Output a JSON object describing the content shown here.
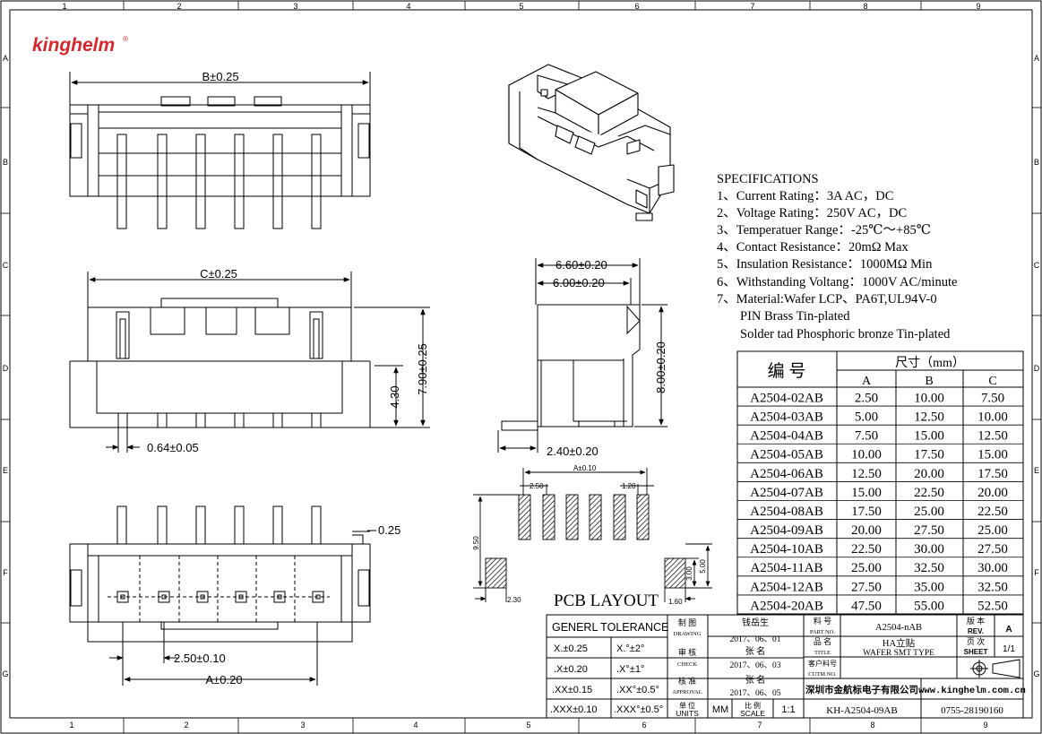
{
  "brand": {
    "name": "kinghelm",
    "mark": "®",
    "color": "#d7262c"
  },
  "grid": {
    "columns": [
      "1",
      "2",
      "3",
      "4",
      "5",
      "6",
      "7",
      "8",
      "9"
    ],
    "rows": [
      "A",
      "B",
      "C",
      "D",
      "E",
      "F",
      "G"
    ]
  },
  "dims": {
    "top_width": "B±0.25",
    "front_width": "C±0.25",
    "front_h1": "4.30",
    "front_h2": "7.90±0.25",
    "pin_w": "0.64±0.05",
    "side_w1": "6.60±0.20",
    "side_w2": "6.00±0.20",
    "side_h": "8.00±0.20",
    "side_pin": "2.40±0.20",
    "bottom_pad": "0.25",
    "bottom_pitch": "2.50±0.10",
    "bottom_a": "A±0.20",
    "pcb_a": "A±0.10",
    "pcb_250": "2.50",
    "pcb_120": "1.20",
    "pcb_950": "9.50",
    "pcb_300": "3.00",
    "pcb_500": "5.00",
    "pcb_230": "2.30",
    "pcb_160": "1.60"
  },
  "pcb_title": "PCB LAYOUT",
  "specs": {
    "title": "SPECIFICATIONS",
    "lines": [
      "1、Current Rating：3A AC，DC",
      "2、Voltage Rating：250V AC，DC",
      "3、Temperatuer Range：-25℃～+85℃",
      "4、Contact Resistance：20mΩ Max",
      "5、Insulation Resistance：1000MΩ Min",
      "6、Withstanding Voltang：1000V AC/minute",
      "7、Material:Wafer LCP、PA6T,UL94V-0",
      "PIN Brass Tin-plated",
      "Solder tad Phosphoric bronze Tin-plated"
    ]
  },
  "table": {
    "h_part": "编  号",
    "h_size": "尺寸（mm）",
    "cols": [
      "A",
      "B",
      "C"
    ],
    "rows": [
      [
        "A2504-02AB",
        "2.50",
        "10.00",
        "7.50"
      ],
      [
        "A2504-03AB",
        "5.00",
        "12.50",
        "10.00"
      ],
      [
        "A2504-04AB",
        "7.50",
        "15.00",
        "12.50"
      ],
      [
        "A2504-05AB",
        "10.00",
        "17.50",
        "15.00"
      ],
      [
        "A2504-06AB",
        "12.50",
        "20.00",
        "17.50"
      ],
      [
        "A2504-07AB",
        "15.00",
        "22.50",
        "20.00"
      ],
      [
        "A2504-08AB",
        "17.50",
        "25.00",
        "22.50"
      ],
      [
        "A2504-09AB",
        "20.00",
        "27.50",
        "25.00"
      ],
      [
        "A2504-10AB",
        "22.50",
        "30.00",
        "27.50"
      ],
      [
        "A2504-11AB",
        "25.00",
        "32.50",
        "30.00"
      ],
      [
        "A2504-12AB",
        "27.50",
        "35.00",
        "32.50"
      ],
      [
        "A2504-20AB",
        "47.50",
        "55.00",
        "52.50"
      ]
    ]
  },
  "title_block": {
    "tol_title": "GENERL TOLERANCE",
    "tol": [
      [
        "X.±0.25",
        "X.°±2°"
      ],
      [
        ".X±0.20",
        ".X°±1°"
      ],
      [
        ".XX±0.15",
        ".XX°±0.5°"
      ],
      [
        ".XXX±0.10",
        ".XXX°±0.5°"
      ]
    ],
    "drawing_cn": "制  图",
    "drawing_en": "DRAWING",
    "drawing_name": "钱岳生",
    "drawing_date": "2017、06、01",
    "check_cn": "审  核",
    "check_en": "CHECK",
    "check_name": "张  名",
    "check_date": "2017、06、03",
    "approval_cn": "核  准",
    "approval_en": "APPROVAL",
    "approval_name": "张  名",
    "approval_date": "2017、06、05",
    "units_cn": "单  位",
    "units_en": "UNITS",
    "units_val": "MM",
    "scale_cn": "比  例",
    "scale_en": "SCALE",
    "scale_val": "1:1",
    "partno_cn": "料  号",
    "partno_en": "PART NO.",
    "partno_val": "A2504-nAB",
    "title_cn": "品  名",
    "title_en": "TITLE",
    "title_val1": "HA立贴",
    "title_val2": "WAFER SMT TYPE",
    "cust_cn": "客户料号",
    "cust_en": "CUTM.NO.",
    "rev_cn": "版  本",
    "rev_en": "REV.",
    "rev_val": "A",
    "sheet_cn": "页  次",
    "sheet_en": "SHEET",
    "sheet_val": "1/1",
    "company": "深圳市金航标电子有限公司",
    "web": "www.kinghelm.com.cn",
    "doc_no": "KH-A2504-09AB",
    "phone": "0755-28190160"
  }
}
